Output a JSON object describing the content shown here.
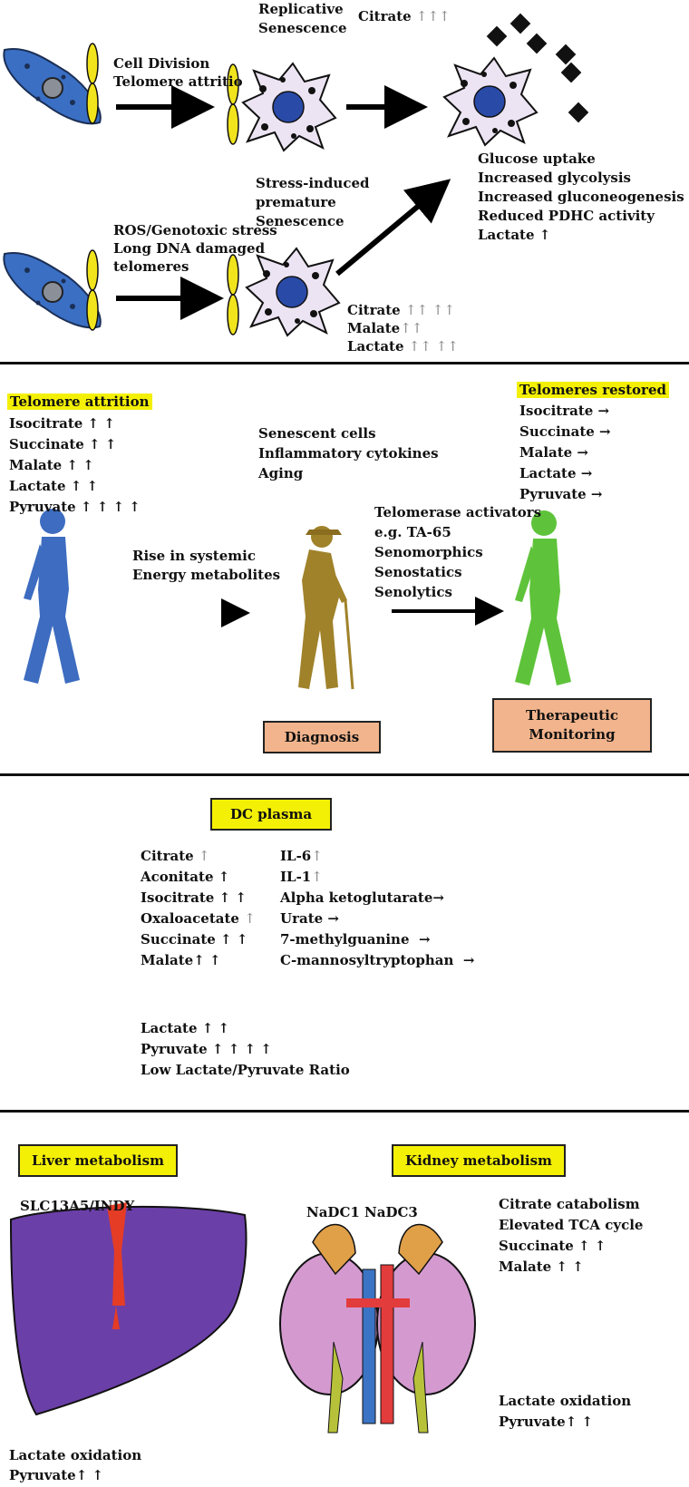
{
  "panel1": {
    "cell_division": "Cell Division",
    "telomere_attrition": "Telomere attritio",
    "replicative_senescence_1": "Replicative",
    "replicative_senescence_2": "Senescence",
    "citrate_top": "Citrate",
    "citrate_top_arrows": "↑↑↑",
    "ros_stress": "ROS/Genotoxic stress",
    "long_dna": "Long DNA damaged",
    "telomeres": "telomeres",
    "stress_1": "Stress-induced",
    "stress_2": "premature",
    "stress_3": "Senescence",
    "effects": [
      "Glucose uptake",
      "Increased glycolysis",
      "Increased gluconeogenesis",
      "Reduced PDHC activity",
      "Lactate ↑"
    ],
    "citrate2": "Citrate",
    "citrate2_arrows": "↑↑ ↑↑",
    "malate2": "Malate",
    "malate2_arrows": "↑↑",
    "lactate2": "Lactate",
    "lactate2_arrows": "↑↑ ↑↑"
  },
  "panel2": {
    "telomere_attrition_label": "Telomere attrition",
    "left_list": [
      "Isocitrate ↑ ↑",
      "Succinate ↑ ↑",
      "Malate ↑ ↑",
      "Lactate ↑ ↑",
      "Pyruvate ↑ ↑ ↑ ↑"
    ],
    "rise_1": "Rise in systemic",
    "rise_2": "Energy metabolites",
    "middle_list": [
      "Senescent cells",
      "Inflammatory cytokines",
      "Aging"
    ],
    "therapy_list": [
      "Telomerase activators",
      "e.g. TA-65",
      "Senomorphics",
      "Senostatics",
      "Senolytics"
    ],
    "telomeres_restored_label": "Telomeres restored",
    "right_list": [
      "Isocitrate →",
      "Succinate →",
      "Malate →",
      "Lactate →",
      "Pyruvate →"
    ],
    "diagnosis": "Diagnosis",
    "therapeutic_1": "Therapeutic",
    "therapeutic_2": "Monitoring"
  },
  "panel3": {
    "title": "DC plasma",
    "left_col": [
      {
        "name": "Citrate",
        "arrow": "↑"
      },
      {
        "name": "Aconitate",
        "arrow": "↑"
      },
      {
        "name": "Isocitrate",
        "arrow": "↑ ↑"
      },
      {
        "name": "Oxaloacetate",
        "arrow": "↑"
      },
      {
        "name": "Succinate",
        "arrow": "↑ ↑"
      },
      {
        "name": "Malate",
        "arrow": "↑ ↑"
      }
    ],
    "right_col": [
      {
        "name": "IL-6",
        "arrow": "↑"
      },
      {
        "name": "IL-1",
        "arrow": "↑"
      },
      {
        "name": "Alpha ketoglutarate",
        "arrow": "→"
      },
      {
        "name": "Urate",
        "arrow": "→"
      },
      {
        "name": "7-methylguanine",
        "arrow": "→"
      },
      {
        "name": "C-mannosyltryptophan",
        "arrow": "→"
      }
    ],
    "bottom": [
      "Lactate ↑ ↑",
      "Pyruvate ↑ ↑ ↑ ↑",
      "Low Lactate/Pyruvate Ratio"
    ]
  },
  "panel4": {
    "liver_title": "Liver metabolism",
    "kidney_title": "Kidney metabolism",
    "slc": "SLC13A5/INDY",
    "nadc": "NaDC1 NaDC3",
    "kidney_list": [
      "Citrate catabolism",
      "Elevated TCA cycle",
      "Succinate ↑ ↑",
      "Malate ↑ ↑"
    ],
    "kidney_bottom": [
      "Lactate oxidation",
      "Pyruvate↑ ↑"
    ],
    "liver_bottom": [
      "Lactate oxidation",
      "Pyruvate↑ ↑"
    ]
  }
}
